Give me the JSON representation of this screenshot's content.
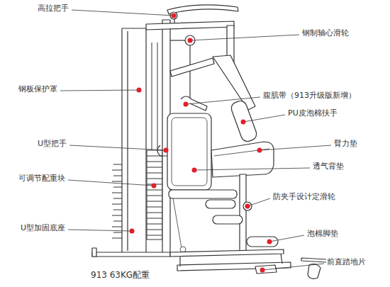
{
  "diagram": {
    "caption": "913 63KG配重",
    "labels": [
      "高拉把手",
      "钢制轴心滑轮",
      "钢板保护罩",
      "腹肌带（913升级版新增）",
      "PU皮泡棉扶手",
      "U型把手",
      "臂力垫",
      "透气背垫",
      "可调节配重块",
      "防夹手设计定滑轮",
      "U型加固底座",
      "泡棉脚垫",
      "前直踏地片"
    ]
  }
}
